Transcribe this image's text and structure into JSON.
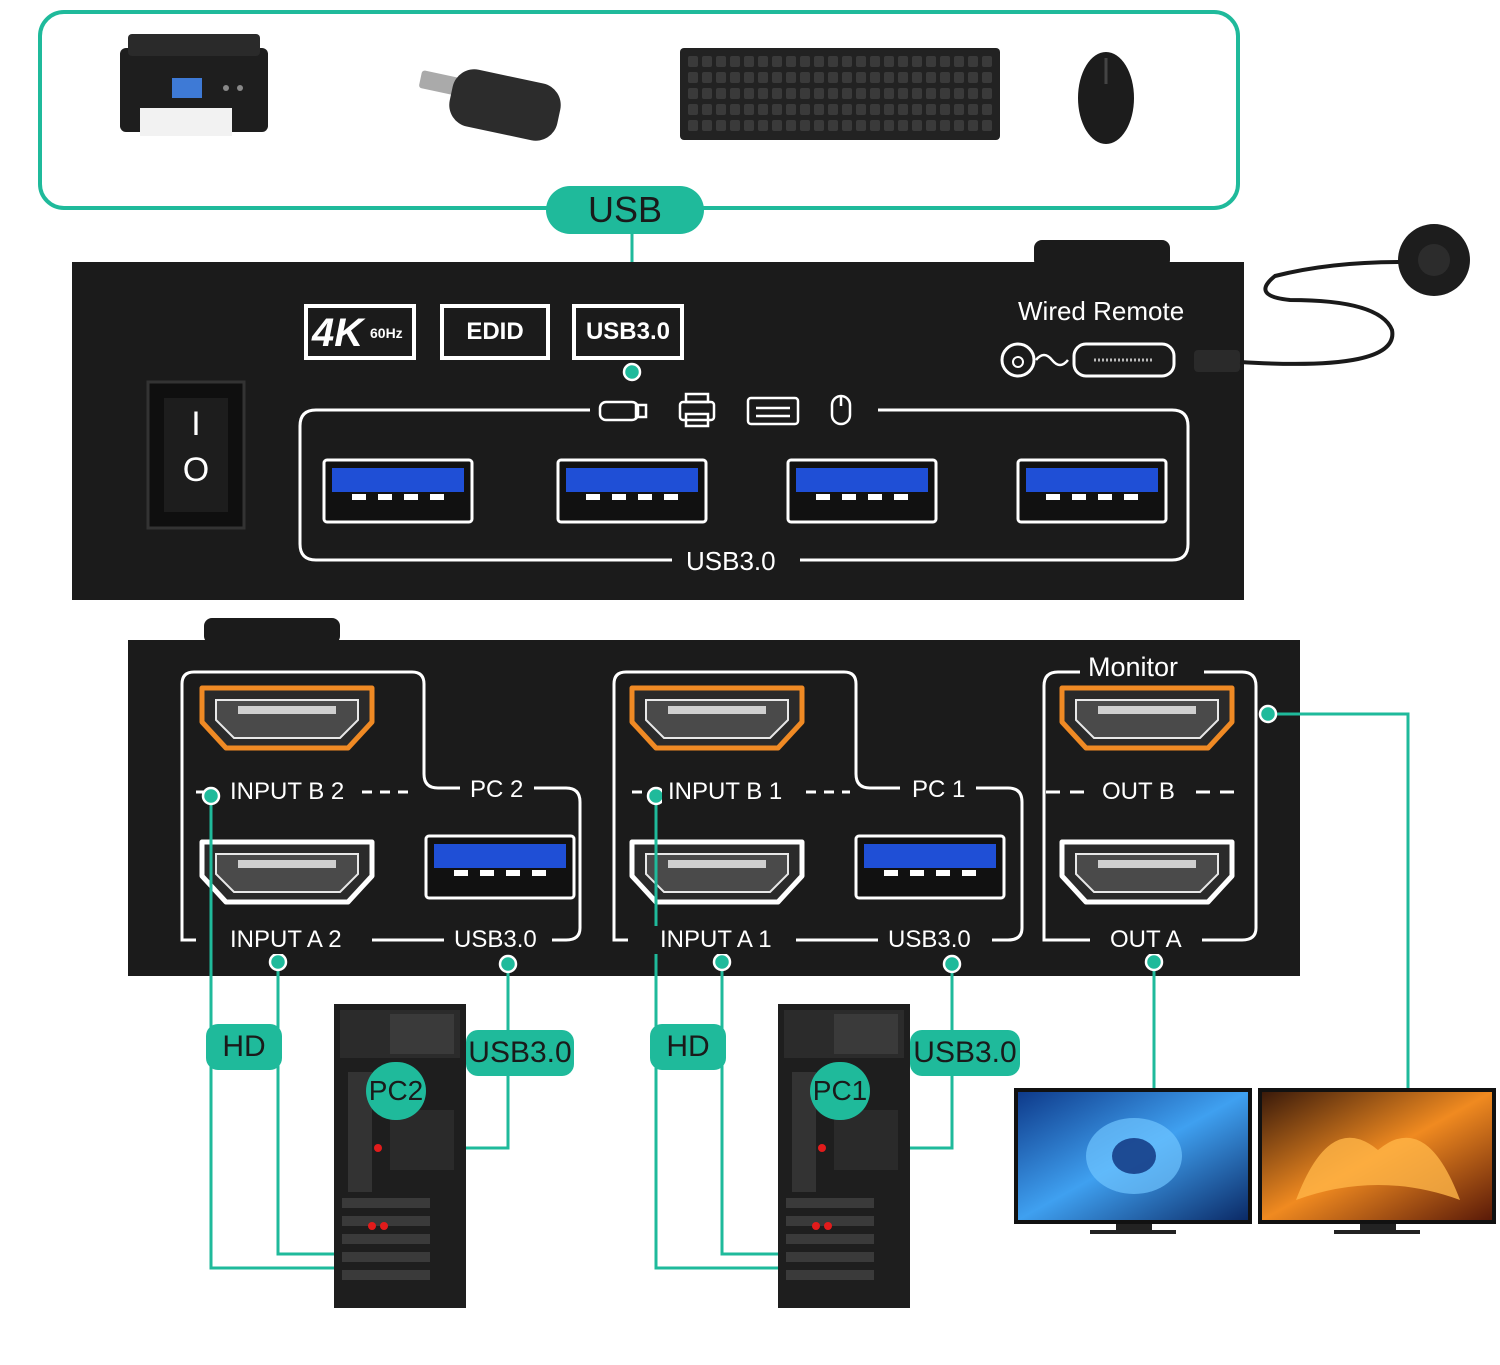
{
  "labels": {
    "usb_top": "USB",
    "badge_4k": "4K",
    "badge_60hz": "60Hz",
    "badge_edid": "EDID",
    "badge_usb30": "USB3.0",
    "wired_remote": "Wired Remote",
    "usb30_front": "USB3.0",
    "monitor": "Monitor",
    "input_b2": "INPUT B 2",
    "pc2_port": "PC 2",
    "input_a2": "INPUT A 2",
    "usb30_pc2_port": "USB3.0",
    "input_b1": "INPUT B 1",
    "pc1_port": "PC 1",
    "input_a1": "INPUT A 1",
    "usb30_pc1_port": "USB3.0",
    "out_b": "OUT B",
    "out_a": "OUT A",
    "hd_left": "HD",
    "usb30_tag_left": "USB3.0",
    "pc2_tag": "PC2",
    "hd_right": "HD",
    "usb30_tag_right": "USB3.0",
    "pc1_tag": "PC1",
    "switch_on": "I",
    "switch_off": "O"
  },
  "colors": {
    "accent_green": "#1fba9b",
    "device_body": "#1b1b1b",
    "usb_blue": "#1f4fd6",
    "hdmi_orange": "#f08a24"
  },
  "icons": [
    "printer-icon",
    "usb-dongle-icon",
    "keyboard-icon",
    "mouse-icon",
    "monitor-icon",
    "pc-tower-icon"
  ]
}
